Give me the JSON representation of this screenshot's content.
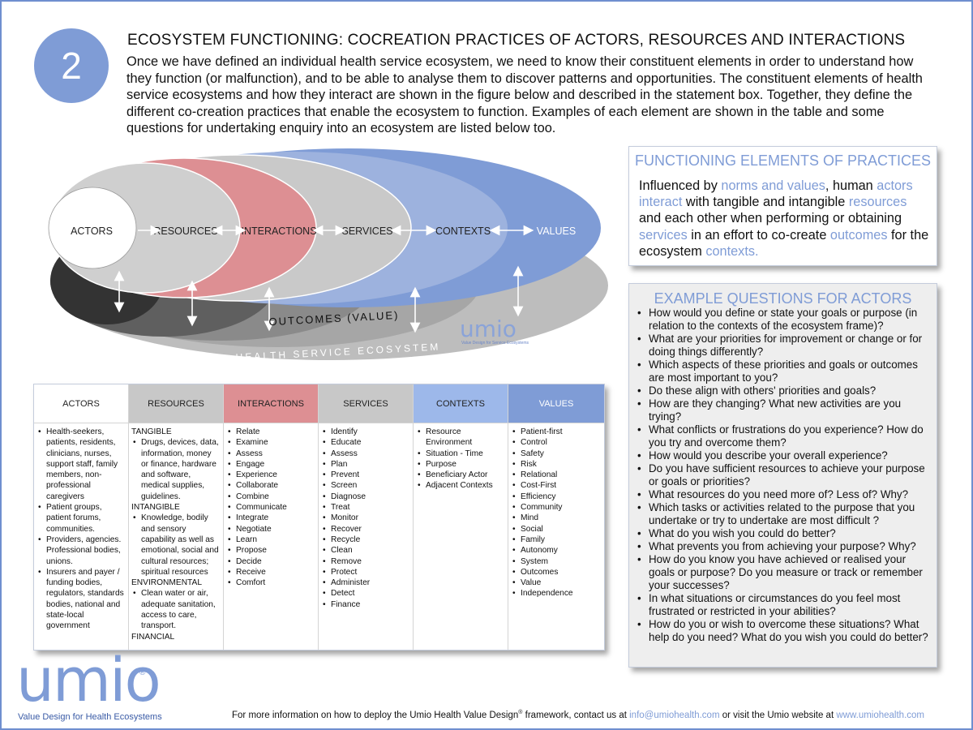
{
  "header": {
    "number": "2",
    "title": "ECOSYSTEM FUNCTIONING: COCREATION PRACTICES OF ACTORS, RESOURCES AND INTERACTIONS",
    "intro": "Once we have defined an individual health service ecosystem, we need to know their constituent elements in order to understand how they function (or malfunction), and to be able to analyse them to discover patterns and opportunities. The constituent elements of health service ecosystems and how they interact are shown in the figure below and described in the statement box. Together, they define the different co-creation practices that enable the ecosystem to function. Examples of each element are shown in the table and some questions for undertaking enquiry into an ecosystem are listed below too."
  },
  "diagram": {
    "labels": {
      "actors": "ACTORS",
      "resources": "RESOURCES",
      "interactions": "INTERACTIONS",
      "services": "SERVICES",
      "contexts": "CONTEXTS",
      "values": "VALUES",
      "outcomes": "OUTCOMES (VALUE)",
      "ecosystem": "HEALTH SERVICE ECOSYSTEM"
    },
    "watermark": {
      "word": "umio",
      "tag": "Value Design for Service Ecosystems"
    },
    "colors": {
      "actors": "#ffffff",
      "resources": "#cfcfcf",
      "interactions": "#dd8f93",
      "services": "#c9c9c9",
      "contexts": "#9db2de",
      "values": "#7f9cd6"
    }
  },
  "functioning": {
    "title": "FUNCTIONING ELEMENTS OF PRACTICES",
    "parts": [
      {
        "text": "Influenced by ",
        "hl": false
      },
      {
        "text": "norms and values",
        "hl": true
      },
      {
        "text": ", human ",
        "hl": false
      },
      {
        "text": "actors interact",
        "hl": true
      },
      {
        "text": " with tangible and intangible ",
        "hl": false
      },
      {
        "text": "resources",
        "hl": true
      },
      {
        "text": " and each other when performing or obtaining ",
        "hl": false
      },
      {
        "text": "services",
        "hl": true
      },
      {
        "text": " in an effort to co-create ",
        "hl": false
      },
      {
        "text": "outcomes",
        "hl": true
      },
      {
        "text": " for the ecosystem ",
        "hl": false
      },
      {
        "text": "contexts.",
        "hl": true
      }
    ]
  },
  "questions": {
    "title": "EXAMPLE QUESTIONS FOR ACTORS",
    "items": [
      "How would you define or state your goals or purpose (in relation to the contexts of the ecosystem frame)?",
      "What are your priorities for improvement or change or for doing things differently?",
      "Which aspects of these priorities and goals or outcomes are most important to you?",
      "Do these align with others' priorities and goals?",
      "How are they changing? What new activities are you trying?",
      "What conflicts or frustrations do you experience? How do you try and overcome them?",
      "How would you describe your overall experience?",
      "Do you have sufficient resources to achieve your purpose or goals or priorities?",
      "What resources do you need more of? Less of? Why?",
      "Which tasks or activities related to the purpose that you undertake or try to undertake are most difficult ?",
      "What do you wish you could do better?",
      "What prevents you from achieving your purpose? Why?",
      "How do you know you have achieved or realised your goals or purpose? Do you measure or track or remember your successes?",
      "In what situations or circumstances do you feel most frustrated or restricted in your abilities?",
      "How do you or wish to overcome these situations? What help do you need? What do you wish you could do better?"
    ]
  },
  "table": {
    "columns": [
      {
        "key": "actors",
        "header": "ACTORS",
        "color": "#ffffff",
        "items": [
          "Health-seekers, patients, residents, clinicians, nurses, support staff, family members, non-professional caregivers",
          "Patient groups, patient forums, communities.",
          "Providers, agencies. Professional bodies, unions.",
          "Insurers and payer / funding bodies, regulators, standards bodies, national and state-local government"
        ]
      },
      {
        "key": "resources",
        "header": "RESOURCES",
        "color": "#c8c8c8",
        "groups": [
          {
            "label": "TANGIBLE",
            "items": [
              "Drugs, devices, data, information, money or finance, hardware and software, medical supplies, guidelines."
            ]
          },
          {
            "label": "INTANGIBLE",
            "items": [
              "Knowledge, bodily and sensory capability as well as emotional, social and cultural resources; spiritual resources"
            ]
          },
          {
            "label": "ENVIRONMENTAL",
            "items": [
              "Clean water or air, adequate sanitation, access to care, transport."
            ]
          },
          {
            "label": "FINANCIAL",
            "items": []
          }
        ]
      },
      {
        "key": "interactions",
        "header": "INTERACTIONS",
        "color": "#dd8f93",
        "items": [
          "Relate",
          "Examine",
          "Assess",
          "Engage",
          "Experience",
          "Collaborate",
          "Combine",
          "Communicate",
          "Integrate",
          "Negotiate",
          "Learn",
          "Propose",
          "Decide",
          "Receive",
          "Comfort"
        ]
      },
      {
        "key": "services",
        "header": "SERVICES",
        "color": "#c8c8c8",
        "items": [
          "Identify",
          "Educate",
          "Assess",
          "Plan",
          "Prevent",
          "Screen",
          "Diagnose",
          "Treat",
          "Monitor",
          "Recover",
          "Recycle",
          "Clean",
          "Remove",
          "Protect",
          "Administer",
          "Detect",
          "Finance"
        ]
      },
      {
        "key": "contexts",
        "header": "CONTEXTS",
        "color": "#9db8ea",
        "items": [
          "Resource Environment",
          "Situation - Time",
          "Purpose",
          "Beneficiary Actor",
          "Adjacent Contexts"
        ]
      },
      {
        "key": "values",
        "header": "VALUES",
        "color": "#7f9cd6",
        "items": [
          "Patient-first",
          "Control",
          "Safety",
          "Risk",
          "Relational",
          "Cost-First",
          "Efficiency",
          "Community",
          "Mind",
          "Social",
          "Family",
          "Autonomy",
          "System",
          "Outcomes",
          "Value",
          "Independence"
        ]
      }
    ]
  },
  "logo": {
    "word": "umio",
    "registered": "®",
    "tagline": "Value Design for Health Ecosystems"
  },
  "footer": {
    "text_before": "For more information on how to deploy the Umio Health Value Design",
    "reg": "®",
    "text_middle": " framework, contact us at ",
    "email": "info@umiohealth.com",
    "text_after": " or visit the Umio website at ",
    "website": "www.umiohealth.com"
  }
}
